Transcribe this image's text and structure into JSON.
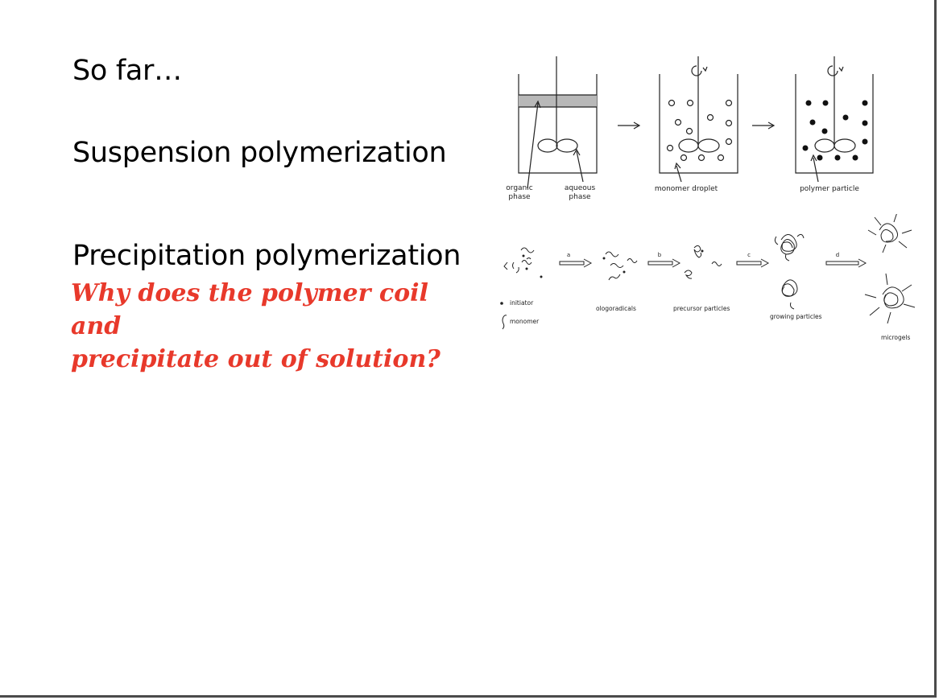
{
  "slide": {
    "so_far": "So far…",
    "suspension": "Suspension polymerization",
    "precipitation": "Precipitation polymerization",
    "question_line1": "Why does the polymer coil and",
    "question_line2": "precipitate out of solution?"
  },
  "suspension_diagram": {
    "label_organic_1": "organic",
    "label_organic_2": "phase",
    "label_aqueous_1": "aqueous",
    "label_aqueous_2": "phase",
    "label_monomer_droplet": "monomer droplet",
    "label_polymer_particle": "polymer particle"
  },
  "precipitation_diagram": {
    "step_a": "a",
    "step_b": "b",
    "step_c": "c",
    "step_d": "d",
    "legend_initiator": "initiator",
    "legend_monomer": "monomer",
    "label_oligoradicals": "ologoradicals",
    "label_precursor": "precursor particles",
    "label_growing": "growing particles",
    "label_microgels": "microgels"
  }
}
